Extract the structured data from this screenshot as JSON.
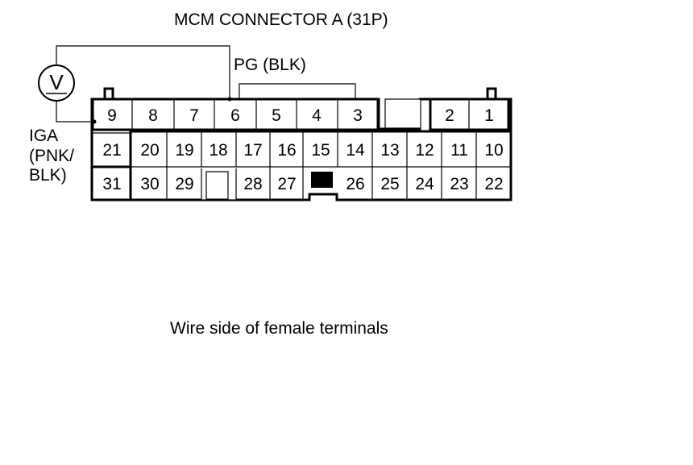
{
  "title": "MCM CONNECTOR A (31P)",
  "pg_label": "PG (BLK)",
  "iga_label": [
    "IGA",
    "(PNK/",
    "BLK)"
  ],
  "footer": "Wire side of female terminals",
  "voltmeter_symbol": "V",
  "terminals": {
    "row1_left": [
      "9",
      "8",
      "7",
      "6",
      "5",
      "4",
      "3"
    ],
    "row1_right": [
      "2",
      "1"
    ],
    "row2": [
      "21",
      "20",
      "19",
      "18",
      "17",
      "16",
      "15",
      "14",
      "13",
      "12",
      "11",
      "10"
    ],
    "row3_left": [
      "31",
      "30",
      "29"
    ],
    "row3_mid": [
      "28",
      "27"
    ],
    "row3_right": [
      "26",
      "25",
      "24",
      "23",
      "22"
    ]
  },
  "icons": {
    "meter": "voltmeter-icon",
    "blocked": "blocked-terminal-icon"
  }
}
